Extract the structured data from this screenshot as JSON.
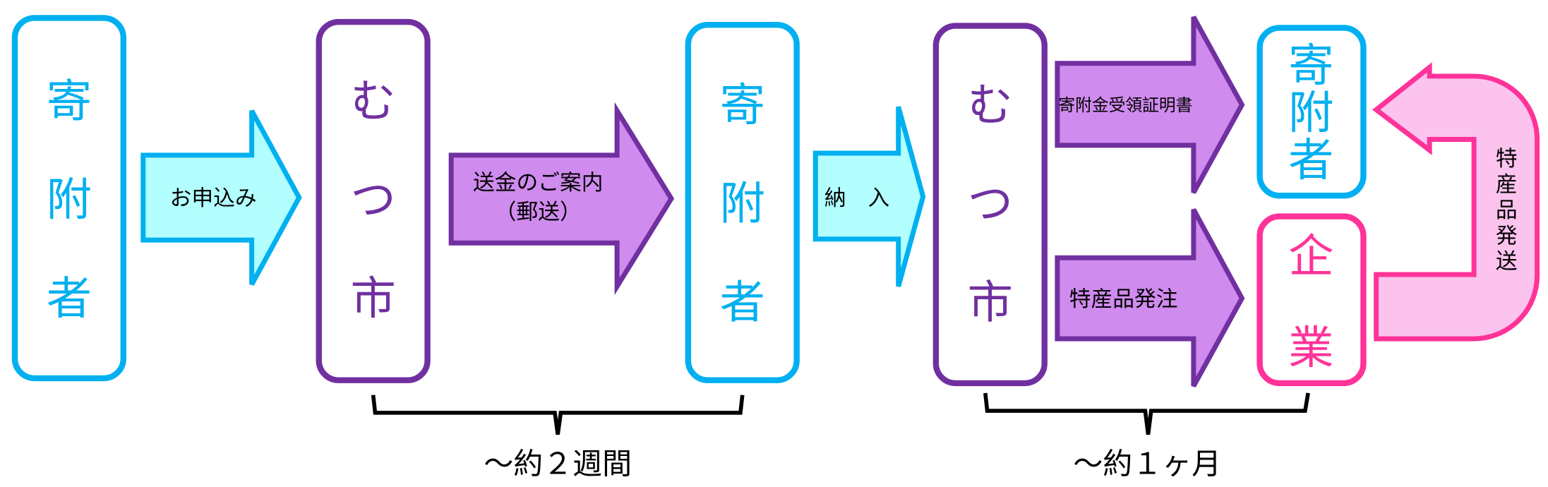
{
  "colors": {
    "cyan": "#00B0F0",
    "light_cyan": "#B3FFFF",
    "purple": "#7030A0",
    "light_purple": "#D08BEE",
    "pink": "#FF3399",
    "light_pink": "#FBC3EE"
  },
  "nodes": {
    "donor1": [
      "寄",
      "附",
      "者"
    ],
    "city1": [
      "む",
      "つ",
      "市"
    ],
    "donor2": [
      "寄",
      "附",
      "者"
    ],
    "city2": [
      "む",
      "つ",
      "市"
    ],
    "donor3": [
      "寄",
      "附",
      "者"
    ],
    "company": [
      "企",
      "業"
    ]
  },
  "arrows": {
    "apply": "お申込み",
    "remit_line1": "送金のご案内",
    "remit_line2": "（郵送）",
    "pay": "納　入",
    "receipt": "寄附金受領証明書",
    "order": "特産品発注",
    "ship": [
      "特",
      "産",
      "品",
      "発",
      "送"
    ]
  },
  "durations": {
    "first": "～約２週間",
    "second": "～約１ヶ月"
  }
}
